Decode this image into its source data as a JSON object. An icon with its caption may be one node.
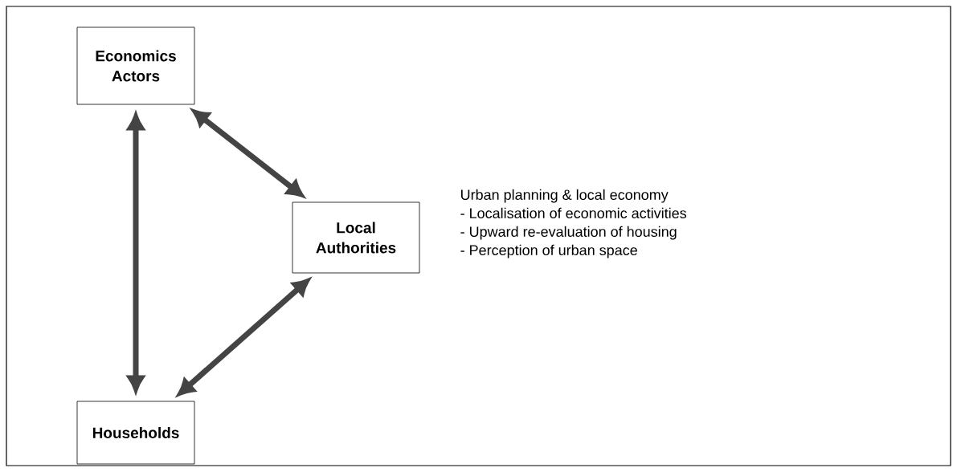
{
  "diagram": {
    "nodes": [
      {
        "text": [
          "Economics Actors"
        ]
      },
      {
        "text": [
          "Local Authorities"
        ],
        "beside": [
          "Urban planning & local economy",
          "- Localisation of economic activities",
          "- Upward re-evaluation of housing",
          "- Perception of urban space"
        ]
      },
      {
        "text": [
          "Households"
        ]
      }
    ],
    "edges": [
      {
        "from": 0,
        "to": 1,
        "arrow": "both"
      },
      {
        "from": 0,
        "to": 2,
        "arrow": "both"
      },
      {
        "from": 2,
        "to": 1,
        "arrow": "both"
      }
    ]
  }
}
